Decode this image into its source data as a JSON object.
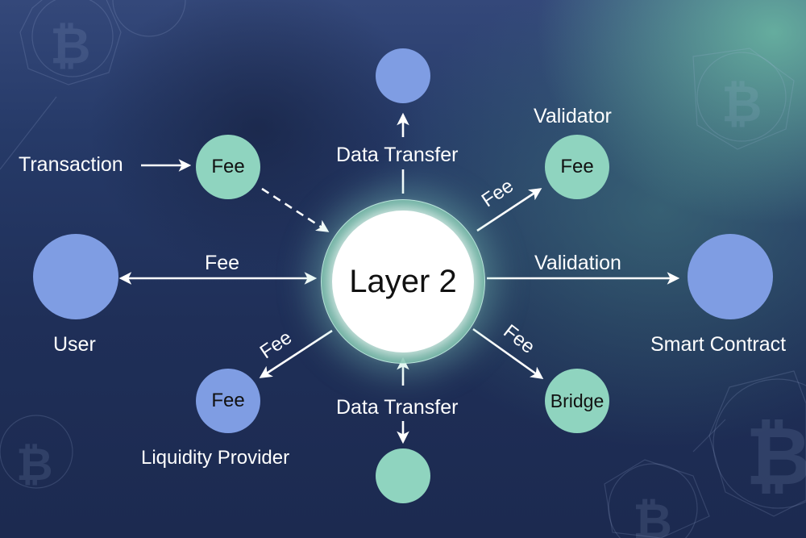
{
  "center": {
    "label": "Layer 2"
  },
  "nodes": {
    "top": {
      "label": ""
    },
    "transaction_fee": {
      "label": "Fee"
    },
    "validator_fee": {
      "label": "Fee",
      "caption": "Validator"
    },
    "user": {
      "label": "",
      "caption": "User"
    },
    "smart_contract": {
      "label": "",
      "caption": "Smart Contract"
    },
    "liquidity_fee": {
      "label": "Fee",
      "caption": "Liquidity Provider"
    },
    "bridge": {
      "label": "Bridge"
    },
    "bottom": {
      "label": ""
    }
  },
  "edges": {
    "transaction": "Transaction",
    "data_transfer_top": "Data Transfer",
    "data_transfer_bottom": "Data Transfer",
    "user_fee": "Fee",
    "validation": "Validation",
    "validator_fee": "Fee",
    "liquidity_fee": "Fee",
    "bridge_fee": "Fee"
  },
  "colors": {
    "blue_node": "#7f9de3",
    "green_node": "#8fd4bf",
    "arrow": "#ffffff",
    "background": "#1f2f58"
  }
}
